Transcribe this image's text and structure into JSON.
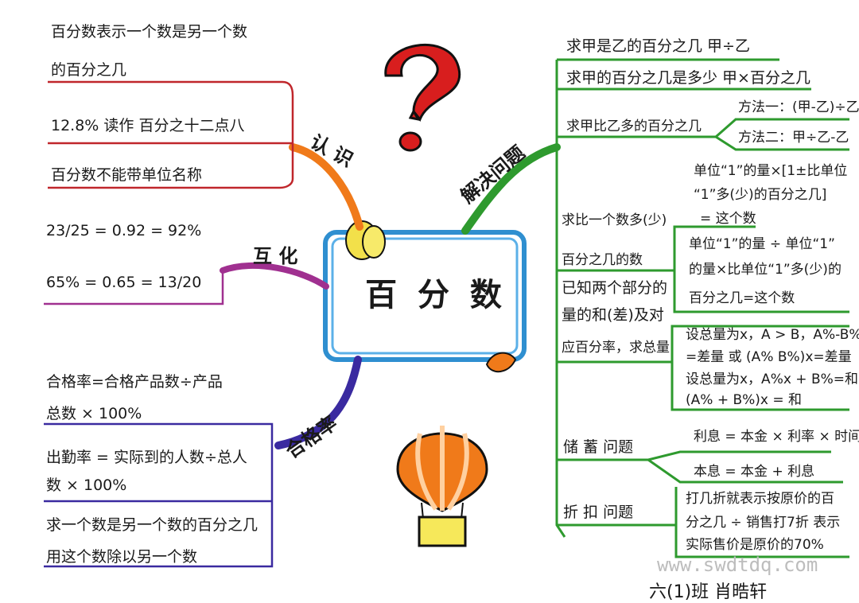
{
  "center": {
    "title": "百 分 数"
  },
  "branches": {
    "recognition": {
      "label": "认 识",
      "items": [
        "百分数表示一个数是另一个数",
        "的百分之几",
        "12.8% 读作 百分之十二点八",
        "百分数不能带单位名称"
      ]
    },
    "conversion": {
      "label": "互 化",
      "items": [
        "23/25 = 0.92 = 92%",
        "65% = 0.65 = 13/20"
      ]
    },
    "rate": {
      "label": "合格率",
      "items": [
        "合格率=合格产品数÷产品",
        "总数 × 100%",
        "出勤率 = 实际到的人数÷总人",
        "数 × 100%",
        "求一个数是另一个数的百分之几",
        "用这个数除以另一个数"
      ]
    },
    "solving": {
      "label": "解决问题",
      "items": [
        "求甲是乙的百分之几   甲÷乙",
        "求甲的百分之几是多少   甲×百分之几",
        "求甲比乙多的百分之几",
        "方法一：(甲-乙)÷乙",
        "方法二：甲÷乙-乙",
        "求比一个数多(少)",
        "百分之几的数",
        "单位“1”的量×[1±比单位",
        "“1”多(少)的百分之几]",
        "= 这个数",
        "单位“1”的量 ÷ 单位“1”",
        "的量×比单位“1”多(少)的",
        "百分之几=这个数",
        "已知两个部分的",
        "量的和(差)及对",
        "应百分率，求总量",
        "设总量为x，A > B，A%-B%",
        "=差量 或 (A% B%)x=差量",
        "设总量为x，A%x + B%=和或",
        "(A% + B%)x = 和",
        "储 蓄 问题",
        "利息 = 本金 × 利率 × 时间",
        "本息 = 本金 + 利息",
        "折 扣 问题",
        "打几折就表示按原价的百",
        "分之几 ÷ 销售打7折 表示",
        "实际售价是原价的70%"
      ]
    }
  },
  "footer": {
    "watermark": "www.swdtdq.com",
    "signature": "六(1)班  肖晧轩"
  },
  "colors": {
    "recognition": "#c0262b",
    "conversion": "#a03090",
    "rate": "#3a2aa0",
    "solving": "#2e9a2e",
    "frame": "#2f8fd0",
    "question": "#d81e1e",
    "balloon": "#f07a1a"
  }
}
